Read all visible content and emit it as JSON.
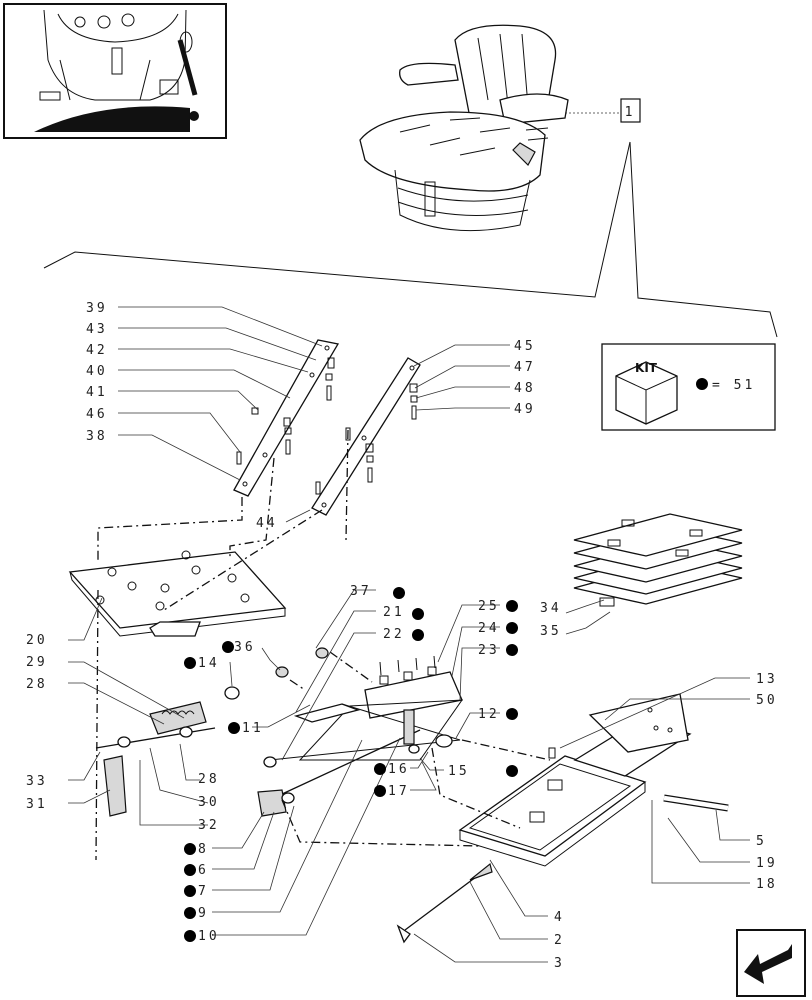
{
  "reference_box": "1",
  "kit": {
    "label": "KIT",
    "equals_text": "= 51"
  },
  "colors": {
    "ink": "#111111",
    "dot": "#000000"
  },
  "nav_icon": "arrow-next-page-icon",
  "callouts": {
    "c39": "39",
    "c43": "43",
    "c42": "42",
    "c40": "40",
    "c41": "41",
    "c46": "46",
    "c38": "38",
    "c44": "44",
    "c45": "45",
    "c47": "47",
    "c48": "48",
    "c49": "49",
    "c37": "37",
    "c21": "21",
    "c22": "22",
    "c25": "25",
    "c24": "24",
    "c23": "23",
    "c34": "34",
    "c35": "35",
    "c20": "20",
    "c29": "29",
    "c28a": "28",
    "c36": "36",
    "c14": "14",
    "c11": "11",
    "c13": "13",
    "c50": "50",
    "c12": "12",
    "c28b": "28",
    "c30": "30",
    "c32": "32",
    "c33": "33",
    "c31": "31",
    "c16": "16",
    "c15": "15",
    "c17": "17",
    "c8": "8",
    "c6": "6",
    "c7": "7",
    "c9": "9",
    "c10": "10",
    "c5": "5",
    "c19": "19",
    "c18": "18",
    "c4": "4",
    "c2": "2",
    "c3": "3"
  }
}
